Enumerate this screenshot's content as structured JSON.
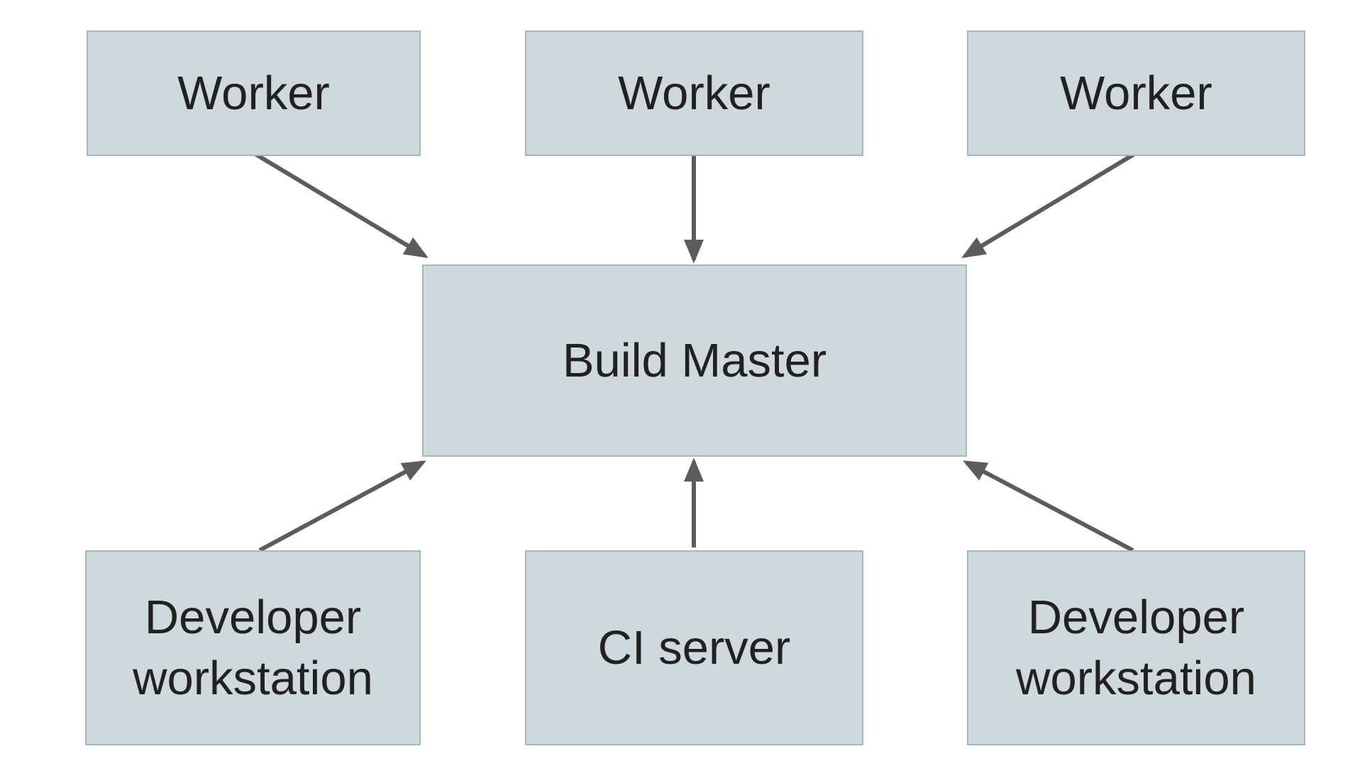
{
  "colors": {
    "background": "#ffffff",
    "node_fill": "#cfd9dc",
    "node_border": "#a5b8be",
    "arrow": "#5c5c5c",
    "text": "#212121"
  },
  "diagram": {
    "type": "architecture-diagram",
    "nodes": {
      "worker1": {
        "label": "Worker"
      },
      "worker2": {
        "label": "Worker"
      },
      "worker3": {
        "label": "Worker"
      },
      "build_master": {
        "label": "Build Master"
      },
      "dev1": {
        "label": "Developer workstation"
      },
      "ci": {
        "label": "CI server"
      },
      "dev2": {
        "label": "Developer workstation"
      }
    },
    "edges": [
      {
        "from": "worker1",
        "to": "build_master",
        "direction": "down"
      },
      {
        "from": "worker2",
        "to": "build_master",
        "direction": "down"
      },
      {
        "from": "worker3",
        "to": "build_master",
        "direction": "down"
      },
      {
        "from": "dev1",
        "to": "build_master",
        "direction": "up"
      },
      {
        "from": "ci",
        "to": "build_master",
        "direction": "up"
      },
      {
        "from": "dev2",
        "to": "build_master",
        "direction": "up"
      }
    ]
  }
}
